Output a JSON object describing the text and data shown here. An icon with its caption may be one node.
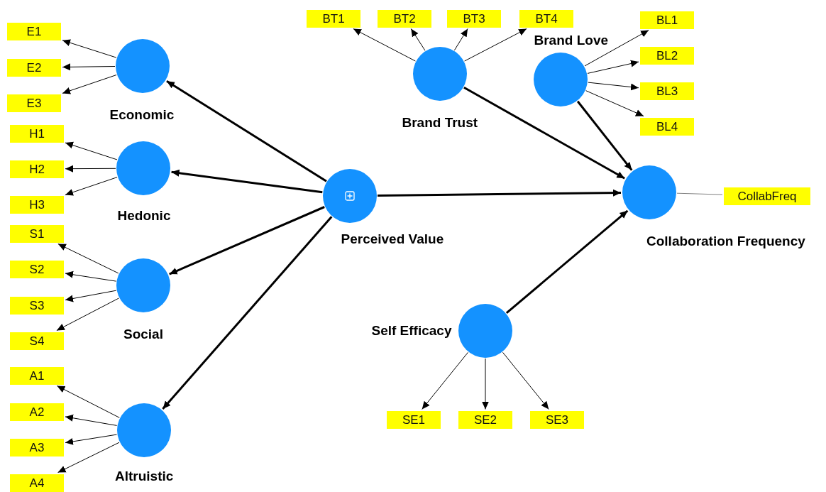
{
  "diagram": {
    "nodes": [
      {
        "text": [
          "Economic"
        ]
      },
      {
        "text": [
          "E1"
        ]
      },
      {
        "text": [
          "E2"
        ]
      },
      {
        "text": [
          "E3"
        ]
      },
      {
        "text": [
          "Hedonic"
        ]
      },
      {
        "text": [
          "H1"
        ]
      },
      {
        "text": [
          "H2"
        ]
      },
      {
        "text": [
          "H3"
        ]
      },
      {
        "text": [
          "Social"
        ]
      },
      {
        "text": [
          "S1"
        ]
      },
      {
        "text": [
          "S2"
        ]
      },
      {
        "text": [
          "S3"
        ]
      },
      {
        "text": [
          "S4"
        ]
      },
      {
        "text": [
          "Altruistic"
        ]
      },
      {
        "text": [
          "A1"
        ]
      },
      {
        "text": [
          "A2"
        ]
      },
      {
        "text": [
          "A3"
        ]
      },
      {
        "text": [
          "A4"
        ]
      },
      {
        "text": [
          "Perceived Value"
        ]
      },
      {
        "text": [
          "Brand Trust"
        ]
      },
      {
        "text": [
          "BT1"
        ]
      },
      {
        "text": [
          "BT2"
        ]
      },
      {
        "text": [
          "BT3"
        ]
      },
      {
        "text": [
          "BT4"
        ]
      },
      {
        "text": [
          "Brand Love"
        ]
      },
      {
        "text": [
          "BL1"
        ]
      },
      {
        "text": [
          "BL2"
        ]
      },
      {
        "text": [
          "BL3"
        ]
      },
      {
        "text": [
          "BL4"
        ]
      },
      {
        "text": [
          "Collaboration Frequency"
        ]
      },
      {
        "text": [
          "CollabFreq"
        ]
      },
      {
        "text": [
          "Self Efficacy"
        ]
      },
      {
        "text": [
          "SE1"
        ]
      },
      {
        "text": [
          "SE2"
        ]
      },
      {
        "text": [
          "SE3"
        ]
      }
    ],
    "edges": [
      {
        "from": 18,
        "to": 0,
        "arrow": "to",
        "style": "thick"
      },
      {
        "from": 18,
        "to": 4,
        "arrow": "to",
        "style": "thick"
      },
      {
        "from": 18,
        "to": 8,
        "arrow": "to",
        "style": "thick"
      },
      {
        "from": 18,
        "to": 13,
        "arrow": "to",
        "style": "thick"
      },
      {
        "from": 18,
        "to": 29,
        "arrow": "to",
        "style": "thick"
      },
      {
        "from": 19,
        "to": 29,
        "arrow": "to",
        "style": "thick"
      },
      {
        "from": 24,
        "to": 29,
        "arrow": "to",
        "style": "thick"
      },
      {
        "from": 31,
        "to": 29,
        "arrow": "to",
        "style": "thick"
      },
      {
        "from": 0,
        "to": 1,
        "arrow": "to"
      },
      {
        "from": 0,
        "to": 2,
        "arrow": "to"
      },
      {
        "from": 0,
        "to": 3,
        "arrow": "to"
      },
      {
        "from": 4,
        "to": 5,
        "arrow": "to"
      },
      {
        "from": 4,
        "to": 6,
        "arrow": "to"
      },
      {
        "from": 4,
        "to": 7,
        "arrow": "to"
      },
      {
        "from": 8,
        "to": 9,
        "arrow": "to"
      },
      {
        "from": 8,
        "to": 10,
        "arrow": "to"
      },
      {
        "from": 8,
        "to": 11,
        "arrow": "to"
      },
      {
        "from": 8,
        "to": 12,
        "arrow": "to"
      },
      {
        "from": 13,
        "to": 14,
        "arrow": "to"
      },
      {
        "from": 13,
        "to": 15,
        "arrow": "to"
      },
      {
        "from": 13,
        "to": 16,
        "arrow": "to"
      },
      {
        "from": 13,
        "to": 17,
        "arrow": "to"
      },
      {
        "from": 19,
        "to": 20,
        "arrow": "to"
      },
      {
        "from": 19,
        "to": 21,
        "arrow": "to"
      },
      {
        "from": 19,
        "to": 22,
        "arrow": "to"
      },
      {
        "from": 19,
        "to": 23,
        "arrow": "to"
      },
      {
        "from": 24,
        "to": 25,
        "arrow": "to"
      },
      {
        "from": 24,
        "to": 26,
        "arrow": "to"
      },
      {
        "from": 24,
        "to": 27,
        "arrow": "to"
      },
      {
        "from": 24,
        "to": 28,
        "arrow": "to"
      },
      {
        "from": 29,
        "to": 30,
        "arrow": "none",
        "color": "#808080"
      },
      {
        "from": 31,
        "to": 32,
        "arrow": "to"
      },
      {
        "from": 31,
        "to": 33,
        "arrow": "to"
      },
      {
        "from": 31,
        "to": 34,
        "arrow": "to"
      }
    ]
  }
}
